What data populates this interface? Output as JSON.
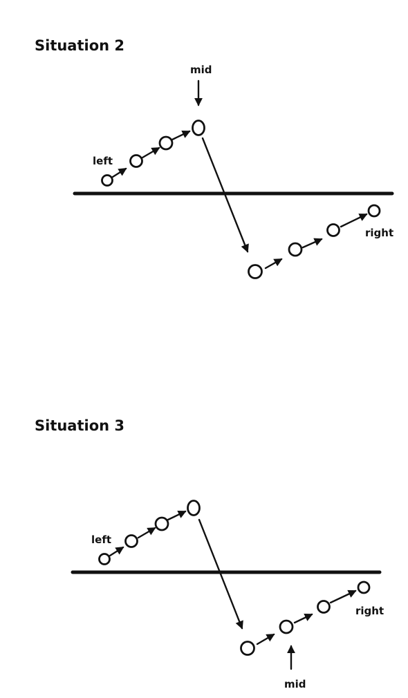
{
  "situations": [
    {
      "title": "Situation 2",
      "labels": {
        "left": "left",
        "mid": "mid",
        "right": "right"
      },
      "mid_marker": "above-peak"
    },
    {
      "title": "Situation 3",
      "labels": {
        "left": "left",
        "mid": "mid",
        "right": "right"
      },
      "mid_marker": "below-second-low-node"
    }
  ],
  "colors": {
    "ink": "#111111",
    "background": "#ffffff"
  }
}
